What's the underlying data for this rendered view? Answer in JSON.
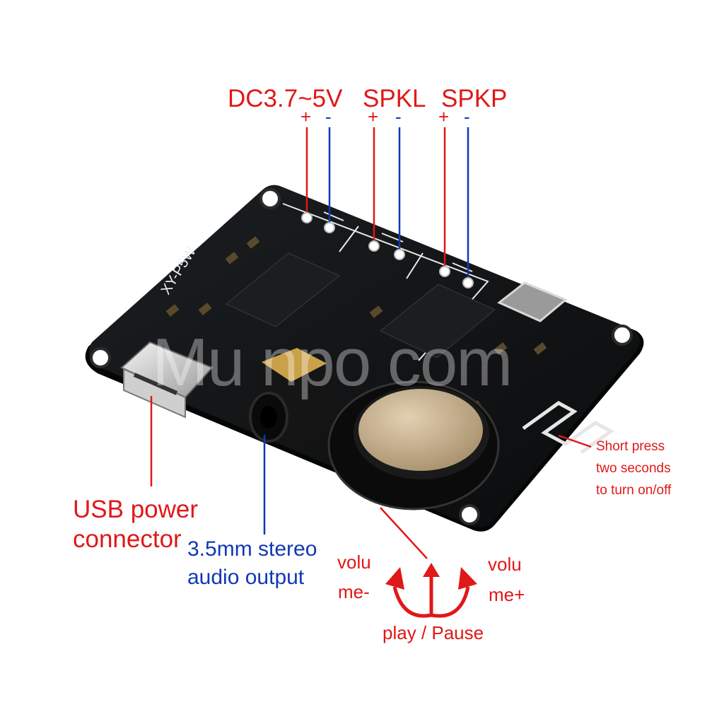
{
  "labels": {
    "power": "DC3.7~5V",
    "spkl": "SPKL",
    "spkp": "SPKP",
    "plus": "+",
    "minus": "-",
    "usb": [
      "USB power",
      "connector"
    ],
    "audio": [
      "3.5mm stereo",
      "audio output"
    ],
    "short_press": [
      "Short press",
      "two seconds",
      "to turn on/off"
    ],
    "vol_minus": [
      "volu",
      "me-"
    ],
    "vol_plus": [
      "volu",
      "me+"
    ],
    "play_pause": "play / Pause",
    "board_name": "XY-P5W",
    "watermark": "Mu npo com"
  },
  "colors": {
    "positive": "#e01818",
    "negative": "#1238b4",
    "pcb": "#101214"
  }
}
